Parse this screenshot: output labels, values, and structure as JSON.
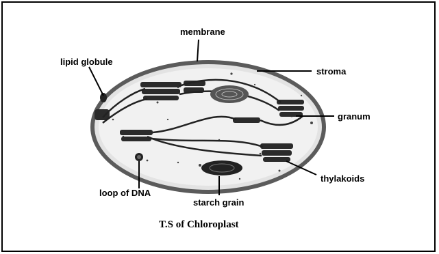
{
  "diagram": {
    "caption": "T.S of Chloroplast",
    "labels": {
      "membrane": "membrane",
      "lipid_globule": "lipid globule",
      "stroma": "stroma",
      "granum": "granum",
      "thylakoids": "thylakoids",
      "loop_of_dna": "loop of DNA",
      "starch_grain": "starch grain"
    }
  }
}
